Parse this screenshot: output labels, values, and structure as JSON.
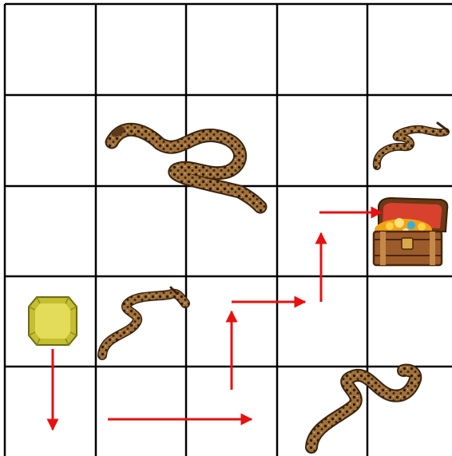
{
  "board": {
    "rows": 5,
    "cols": 5,
    "grid_color": "#000000",
    "background": "#ffffff"
  },
  "pieces": [
    {
      "kind": "snake",
      "icon": "snake-icon",
      "row": 1,
      "col": 1,
      "size": "large"
    },
    {
      "kind": "snake",
      "icon": "snake-icon",
      "row": 1,
      "col": 4,
      "size": "small"
    },
    {
      "kind": "treasure-chest",
      "icon": "treasure-chest-icon",
      "row": 2,
      "col": 4
    },
    {
      "kind": "gem",
      "icon": "yellow-gem-icon",
      "row": 3,
      "col": 0,
      "color": "#d6d040"
    },
    {
      "kind": "snake",
      "icon": "snake-icon",
      "row": 3,
      "col": 1,
      "size": "medium"
    },
    {
      "kind": "snake",
      "icon": "snake-icon",
      "row": 4,
      "col": 3,
      "size": "large"
    }
  ],
  "path": {
    "color": "#e81010",
    "moves": [
      "down",
      "right",
      "up",
      "right",
      "up",
      "right"
    ]
  }
}
